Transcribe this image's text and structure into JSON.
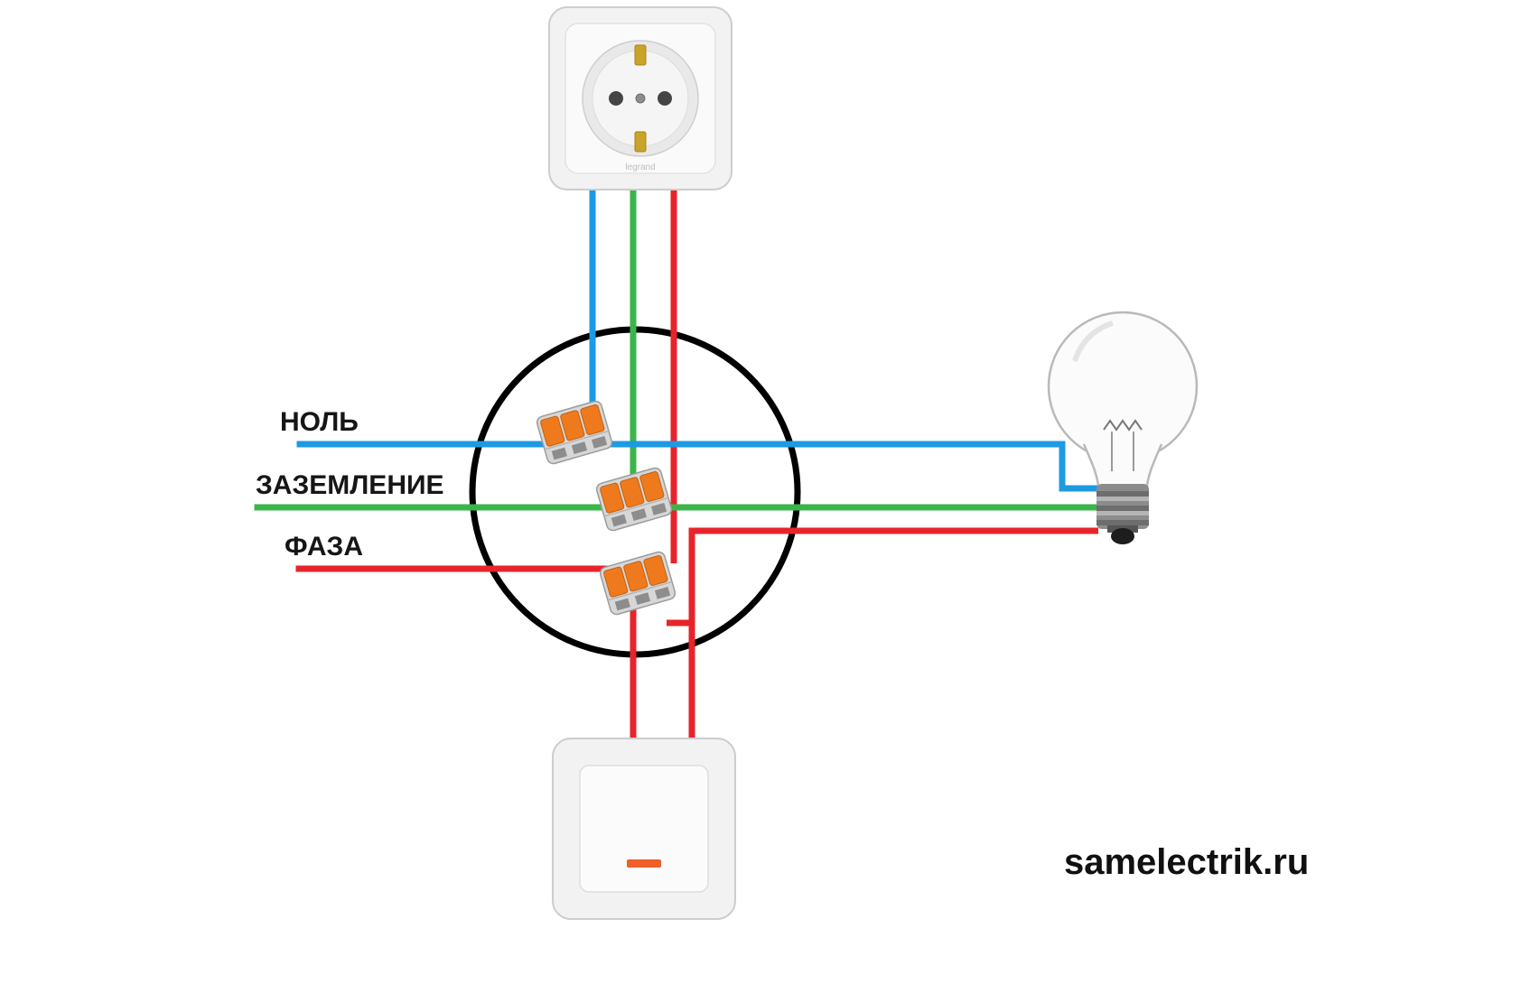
{
  "labels": {
    "neutral": "НОЛЬ",
    "ground": "ЗАЗЕМЛЕНИЕ",
    "phase": "ФАЗА"
  },
  "watermark": "samelectrik.ru",
  "socket": {
    "brand": "legrand"
  },
  "colors": {
    "neutral_wire": "#1d9ae2",
    "ground_wire": "#3bb54a",
    "phase_wire": "#e7242b",
    "junction_outline": "#000000",
    "switch_indicator": "#ee5f2a",
    "connector_lever": "#ef7a1e",
    "plastic_body": "#f2f2f2"
  },
  "components": {
    "socket": "power-socket",
    "junction_box": "junction-box-circle",
    "connector": "wago-terminal-connector",
    "switch": "single-key-switch",
    "bulb": "incandescent-bulb"
  }
}
